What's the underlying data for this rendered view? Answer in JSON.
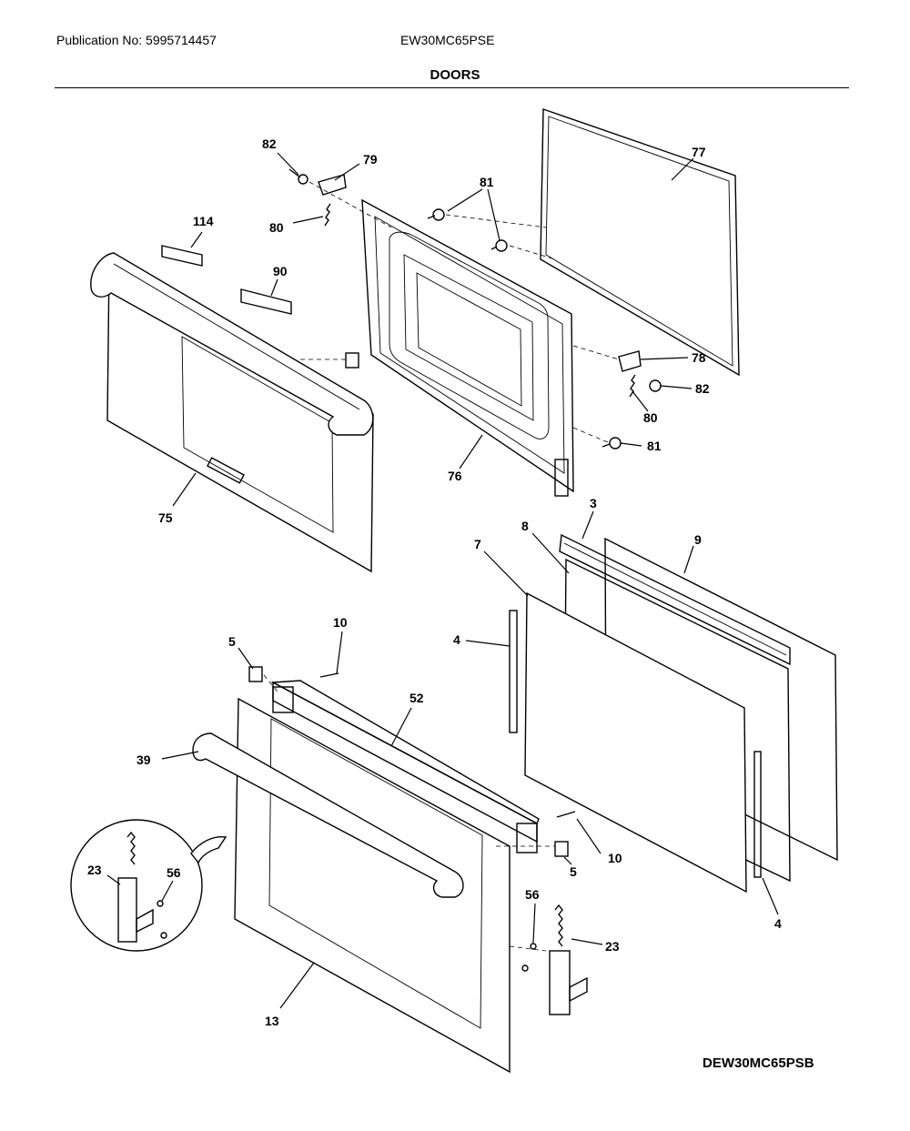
{
  "header": {
    "publication": "Publication No: 5995714457",
    "model": "EW30MC65PSE",
    "title": "DOORS"
  },
  "footer": {
    "diagram_code": "DEW30MC65PSB"
  },
  "diagram": {
    "callouts": {
      "c82a": "82",
      "c79": "79",
      "c114": "114",
      "c80a": "80",
      "c81a": "81",
      "c77": "77",
      "c90": "90",
      "c78": "78",
      "c82b": "82",
      "c80b": "80",
      "c81b": "81",
      "c76": "76",
      "c75": "75",
      "c3": "3",
      "c8": "8",
      "c7": "7",
      "c9": "9",
      "c10a": "10",
      "c5a": "5",
      "c4a": "4",
      "c52": "52",
      "c39": "39",
      "c23a": "23",
      "c56a": "56",
      "c10b": "10",
      "c5b": "5",
      "c56b": "56",
      "c23b": "23",
      "c4b": "4",
      "c13": "13"
    }
  }
}
